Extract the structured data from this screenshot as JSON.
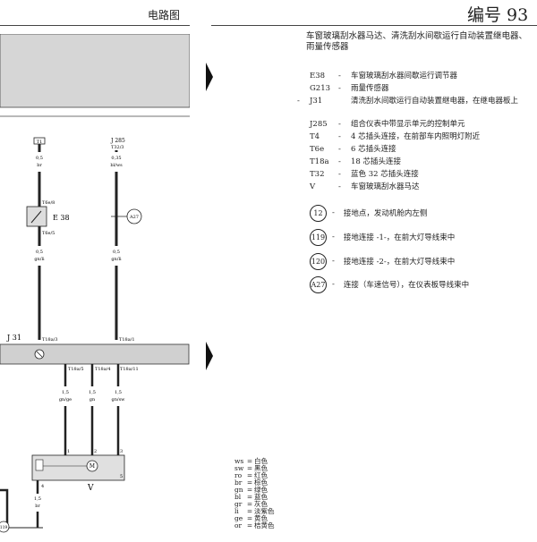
{
  "header": {
    "left_title": "电路图",
    "right_title": "编号 93"
  },
  "diagram": {
    "top_connectors": {
      "left": "T1",
      "right_code": "J 285",
      "right_pin": "T32/3"
    },
    "wires": {
      "w1_top": {
        "size": "0,5",
        "color": "br"
      },
      "w2_top": {
        "size": "0,35",
        "color": "bl/ws"
      },
      "w1_mid": {
        "size": "0,5",
        "color": "gn/li"
      },
      "w2_mid": {
        "size": "0,5",
        "color": "gn/li"
      },
      "out1": {
        "size": "1,5",
        "color": "gn/ge"
      },
      "out2": {
        "size": "1,5",
        "color": "gn"
      },
      "out3": {
        "size": "1,5",
        "color": "gn/sw"
      },
      "ground": {
        "size": "1,5",
        "color": "br"
      }
    },
    "pins": {
      "t6e8": "T6e/8",
      "t6e5": "T6e/5",
      "t18a3": "T18a/3",
      "t18a1": "T18a/1",
      "t18a5": "T18a/5",
      "t18a4": "T18a/4",
      "t18a11": "T18a/11",
      "p1": "1",
      "p2": "2",
      "p3": "3",
      "p4": "4",
      "p5": "5"
    },
    "components": {
      "e38": "E 38",
      "j31": "J 31",
      "v": "V",
      "a27": "A27",
      "gnd119": "119"
    }
  },
  "title": "车窗玻璃刮水器马达、清洗刮水间歇运行自动装置继电器、雨量传感器",
  "legend": [
    {
      "code": "E38",
      "desc": "车窗玻璃刮水器间歇运行调节器"
    },
    {
      "code": "G213",
      "desc": "雨量传感器"
    },
    {
      "code": "J31",
      "desc": "清洗刮水间歇运行自动装置继电器，在继电器板上"
    },
    {
      "code": "J285",
      "desc": "组合仪表中带显示单元的控制单元"
    },
    {
      "code": "T4",
      "desc": "4 芯插头连接，在前部车内照明灯附近"
    },
    {
      "code": "T6e",
      "desc": "6 芯插头连接"
    },
    {
      "code": "T18a",
      "desc": "18 芯插头连接"
    },
    {
      "code": "T32",
      "desc": "蓝色 32 芯插头连接"
    },
    {
      "code": "V",
      "desc": "车窗玻璃刮水器马达"
    }
  ],
  "ground_legend": [
    {
      "num": "12",
      "desc": "接地点，发动机舱内左侧"
    },
    {
      "num": "119",
      "desc": "接地连接 -1-，在前大灯导线束中"
    },
    {
      "num": "120",
      "desc": "接地连接 -2-，在前大灯导线束中"
    },
    {
      "num": "A27",
      "desc": "连接（车速信号），在仪表板导线束中"
    }
  ],
  "colors": [
    {
      "code": "ws",
      "name": "白色"
    },
    {
      "code": "sw",
      "name": "黑色"
    },
    {
      "code": "ro",
      "name": "红色"
    },
    {
      "code": "br",
      "name": "棕色"
    },
    {
      "code": "gn",
      "name": "绿色"
    },
    {
      "code": "bl",
      "name": "蓝色"
    },
    {
      "code": "gr",
      "name": "灰色"
    },
    {
      "code": "li",
      "name": "淡紫色"
    },
    {
      "code": "ge",
      "name": "黄色"
    },
    {
      "code": "or",
      "name": "桔黄色"
    }
  ]
}
